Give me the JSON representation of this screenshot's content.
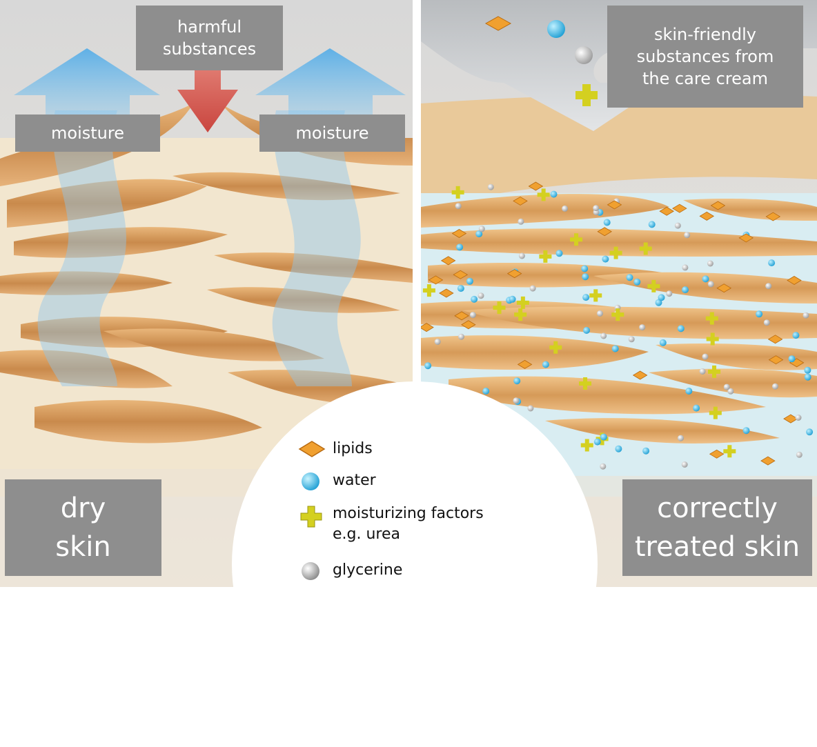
{
  "labels": {
    "harmful": "harmful\nsubstances",
    "moisture_left": "moisture",
    "moisture_right": "moisture",
    "skin_friendly": "skin-friendly\nsubstances from\nthe care cream",
    "dry_skin": "dry\nskin",
    "treated_skin": "correctly\ntreated skin"
  },
  "legend": {
    "items": [
      {
        "icon": "lipid-diamond-icon",
        "label": "lipids"
      },
      {
        "icon": "water-drop-icon",
        "label": "water"
      },
      {
        "icon": "moisturizing-plus-icon",
        "label": "moisturizing factors\ne.g. urea"
      },
      {
        "icon": "glycerine-sphere-icon",
        "label": "glycerine"
      }
    ]
  },
  "colors": {
    "label_bg": "#8e8e8e",
    "moisture_arrow": "#6fb8e8",
    "harmful_arrow": "#d9605a",
    "cell": "#d9a066",
    "lipid": "#f0a030",
    "water": "#2aa8d8",
    "urea": "#d4d020",
    "glycerine": "#d8d8d8"
  }
}
